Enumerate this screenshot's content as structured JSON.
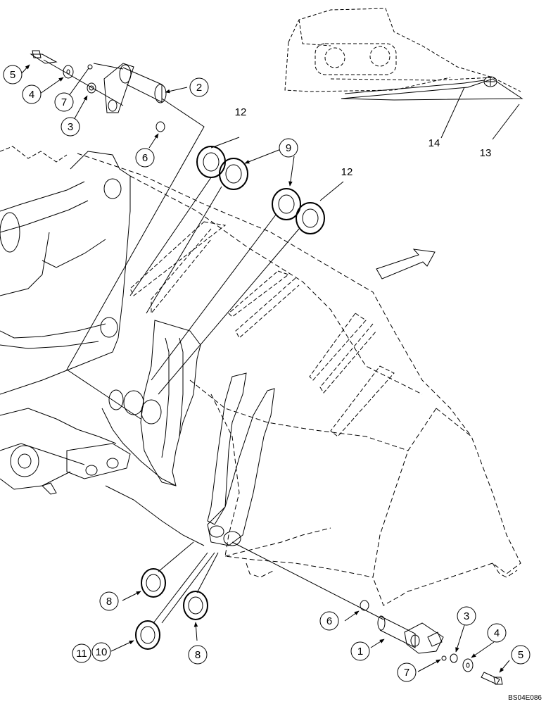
{
  "callouts": {
    "c1": "1",
    "c2": "2",
    "c3a": "3",
    "c3b": "3",
    "c4a": "4",
    "c4b": "4",
    "c5a": "5",
    "c5b": "5",
    "c6a": "6",
    "c6b": "6",
    "c7a": "7",
    "c7b": "7",
    "c8a": "8",
    "c8b": "8",
    "c9": "9",
    "c10": "10",
    "c11": "11",
    "c12a": "12",
    "c12b": "12",
    "c13": "13",
    "c14": "14"
  },
  "drawing_code": "BS04E086"
}
